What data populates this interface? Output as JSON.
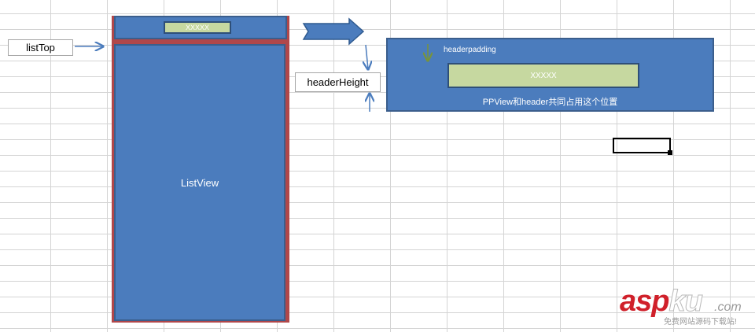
{
  "labels": {
    "list_top": "listTop",
    "header_height": "headerHeight",
    "list_view": "ListView",
    "title_bar_text": "XXXXX",
    "header_padding": "headerpadding",
    "header_content": "XXXXX",
    "caption": "PPView和header共同占用这个位置"
  },
  "watermark": {
    "asp": "asp",
    "ku": "ku",
    "com": ".com",
    "sub": "免费网站源码下载站!"
  },
  "colors": {
    "panel_blue": "#4b7cbd",
    "panel_border": "#3b5e8c",
    "phone_frame": "#b0474a",
    "highlight_green": "#c6d8a0",
    "arrow_blue": "#4b7cbd",
    "arrow_green": "#77933c",
    "watermark_red": "#d0202a"
  }
}
